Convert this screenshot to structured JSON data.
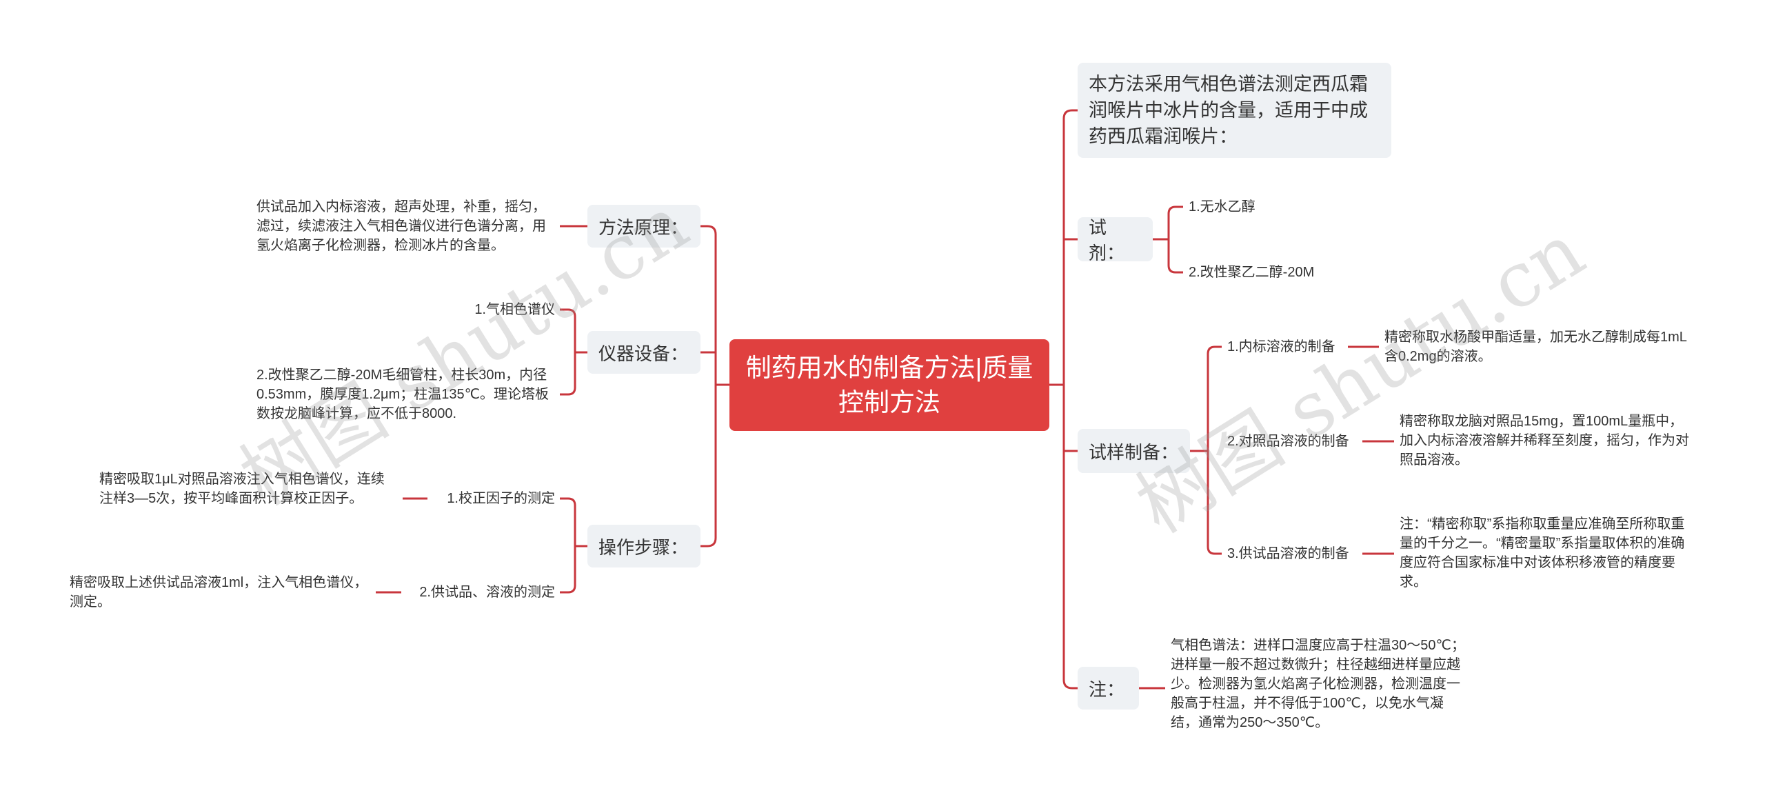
{
  "root": {
    "title": "制药用水的制备方法|质量控制方法"
  },
  "left": {
    "principle": {
      "label": "方法原理：",
      "leaf": "供试品加入内标溶液，超声处理，补重，摇匀，滤过，续滤液注入气相色谱仪进行色谱分离，用氢火焰离子化检测器，检测冰片的含量。"
    },
    "equipment": {
      "label": "仪器设备：",
      "items": [
        "1.气相色谱仪",
        "2.改性聚乙二醇-20M毛细管柱，柱长30m，内径0.53mm，膜厚度1.2μm；柱温135℃。理论塔板数按龙脑峰计算，应不低于8000."
      ]
    },
    "steps": {
      "label": "操作步骤：",
      "items": [
        {
          "label": "1.校正因子的测定",
          "leaf": "精密吸取1μL对照品溶液注入气相色谱仪，连续注样3—5次，按平均峰面积计算校正因子。"
        },
        {
          "label": "2.供试品、溶液的测定",
          "leaf": "精密吸取上述供试品溶液1ml，注入气相色谱仪，测定。"
        }
      ]
    }
  },
  "right": {
    "intro": "本方法采用气相色谱法测定西瓜霜润喉片中冰片的含量，适用于中成药西瓜霜润喉片：",
    "reagents": {
      "label": "试剂：",
      "items": [
        "1.无水乙醇",
        "2.改性聚乙二醇-20M"
      ]
    },
    "prep": {
      "label": "试样制备：",
      "items": [
        {
          "label": "1.内标溶液的制备",
          "leaf": "精密称取水杨酸甲酯适量，加无水乙醇制成每1mL含0.2mg的溶液。"
        },
        {
          "label": "2.对照品溶液的制备",
          "leaf": "精密称取龙脑对照品15mg，置100mL量瓶中，加入内标溶液溶解并稀释至刻度，摇匀，作为对照品溶液。"
        },
        {
          "label": "3.供试品溶液的制备",
          "leaf": "注：“精密称取”系指称取重量应准确至所称取重量的千分之一。“精密量取”系指量取体积的准确度应符合国家标准中对该体积移液管的精度要求。"
        }
      ]
    },
    "note": {
      "label": "注：",
      "leaf": "气相色谱法：进样口温度应高于柱温30～50℃；进样量一般不超过数微升；柱径越细进样量应越少。检测器为氢火焰离子化检测器，检测温度一般高于柱温，并不得低于100℃，以免水气凝结，通常为250～350℃。"
    }
  },
  "watermark": {
    "text": "树图 shutu.cn"
  },
  "colors": {
    "accent": "#e0403f",
    "line": "#c8363c",
    "branch_bg": "#eef1f4"
  }
}
